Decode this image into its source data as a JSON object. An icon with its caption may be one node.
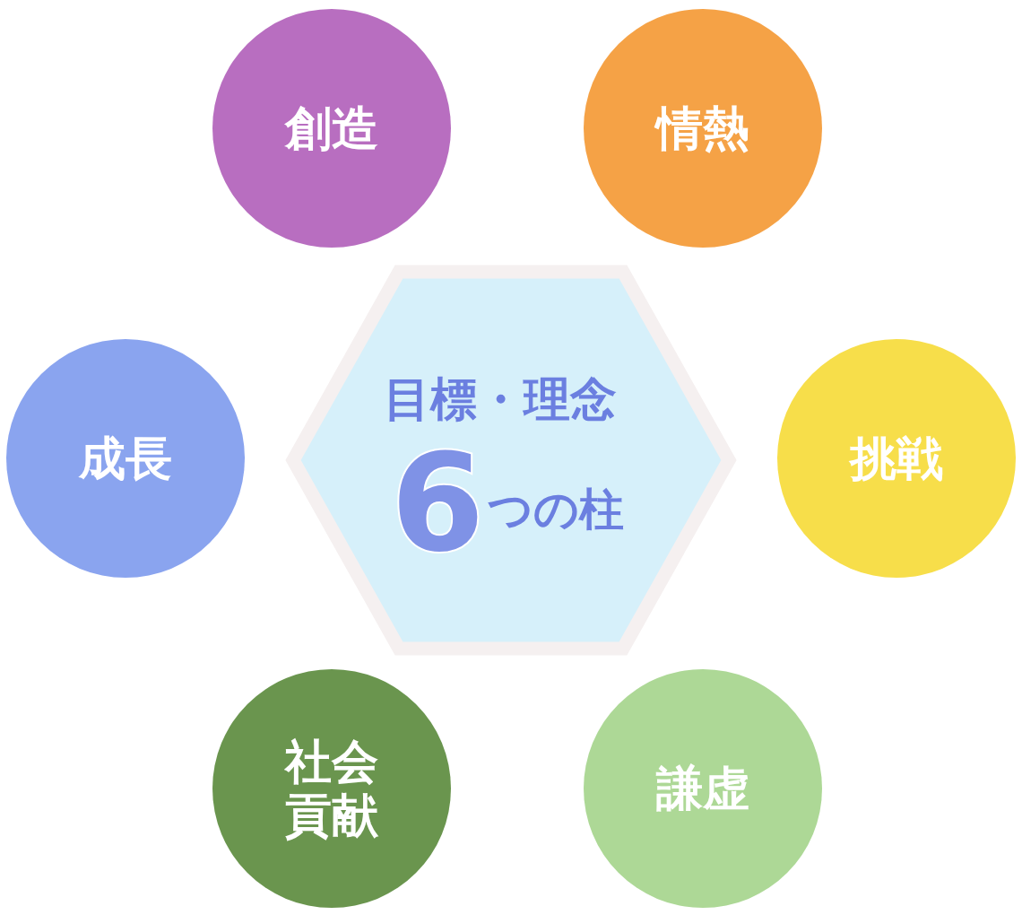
{
  "diagram": {
    "nodes": [
      {
        "text": [
          "創造"
        ]
      },
      {
        "text": [
          "情熱"
        ]
      },
      {
        "text": [
          "成長"
        ]
      },
      {
        "text": [
          "目標・理念",
          "6",
          "つの柱"
        ]
      },
      {
        "text": [
          "挑戦"
        ]
      },
      {
        "text": [
          "社会貢献"
        ]
      },
      {
        "text": [
          "謙虚"
        ]
      }
    ]
  }
}
